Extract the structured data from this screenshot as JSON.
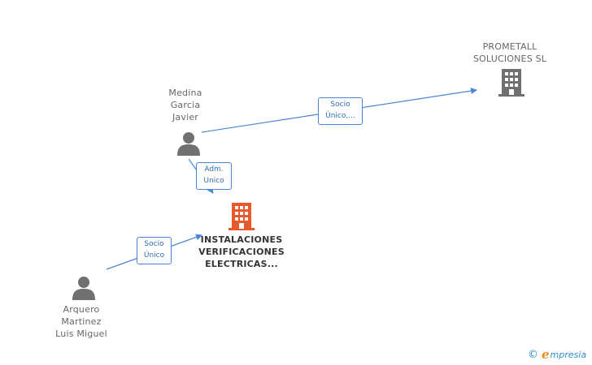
{
  "nodes": {
    "prometall": {
      "label_lines": [
        "PROMETALL",
        "SOLUCIONES SL"
      ],
      "kind": "company",
      "color": "#707070"
    },
    "medina": {
      "label_lines": [
        "Medina",
        "Garcia",
        "Javier"
      ],
      "kind": "person",
      "color": "#707070"
    },
    "instalaciones": {
      "label_lines": [
        "INSTALACIONES",
        "VERIFICACIONES",
        "ELECTRICAS..."
      ],
      "kind": "company",
      "color": "#e85a2c"
    },
    "arquero": {
      "label_lines": [
        "Arquero",
        "Martinez",
        "Luis Miguel"
      ],
      "kind": "person",
      "color": "#707070"
    }
  },
  "edges": [
    {
      "from": "medina",
      "to": "prometall",
      "label_lines": [
        "Socio",
        "Único,..."
      ]
    },
    {
      "from": "medina",
      "to": "instalaciones",
      "label_lines": [
        "Adm.",
        "Unico"
      ]
    },
    {
      "from": "arquero",
      "to": "instalaciones",
      "label_lines": [
        "Socio",
        "Único"
      ]
    }
  ],
  "colors": {
    "edge": "#4a86d4",
    "edge_label_text": "#2f6db3"
  },
  "brand": {
    "copyright": "©",
    "e": "e",
    "rest": "mpresia"
  }
}
